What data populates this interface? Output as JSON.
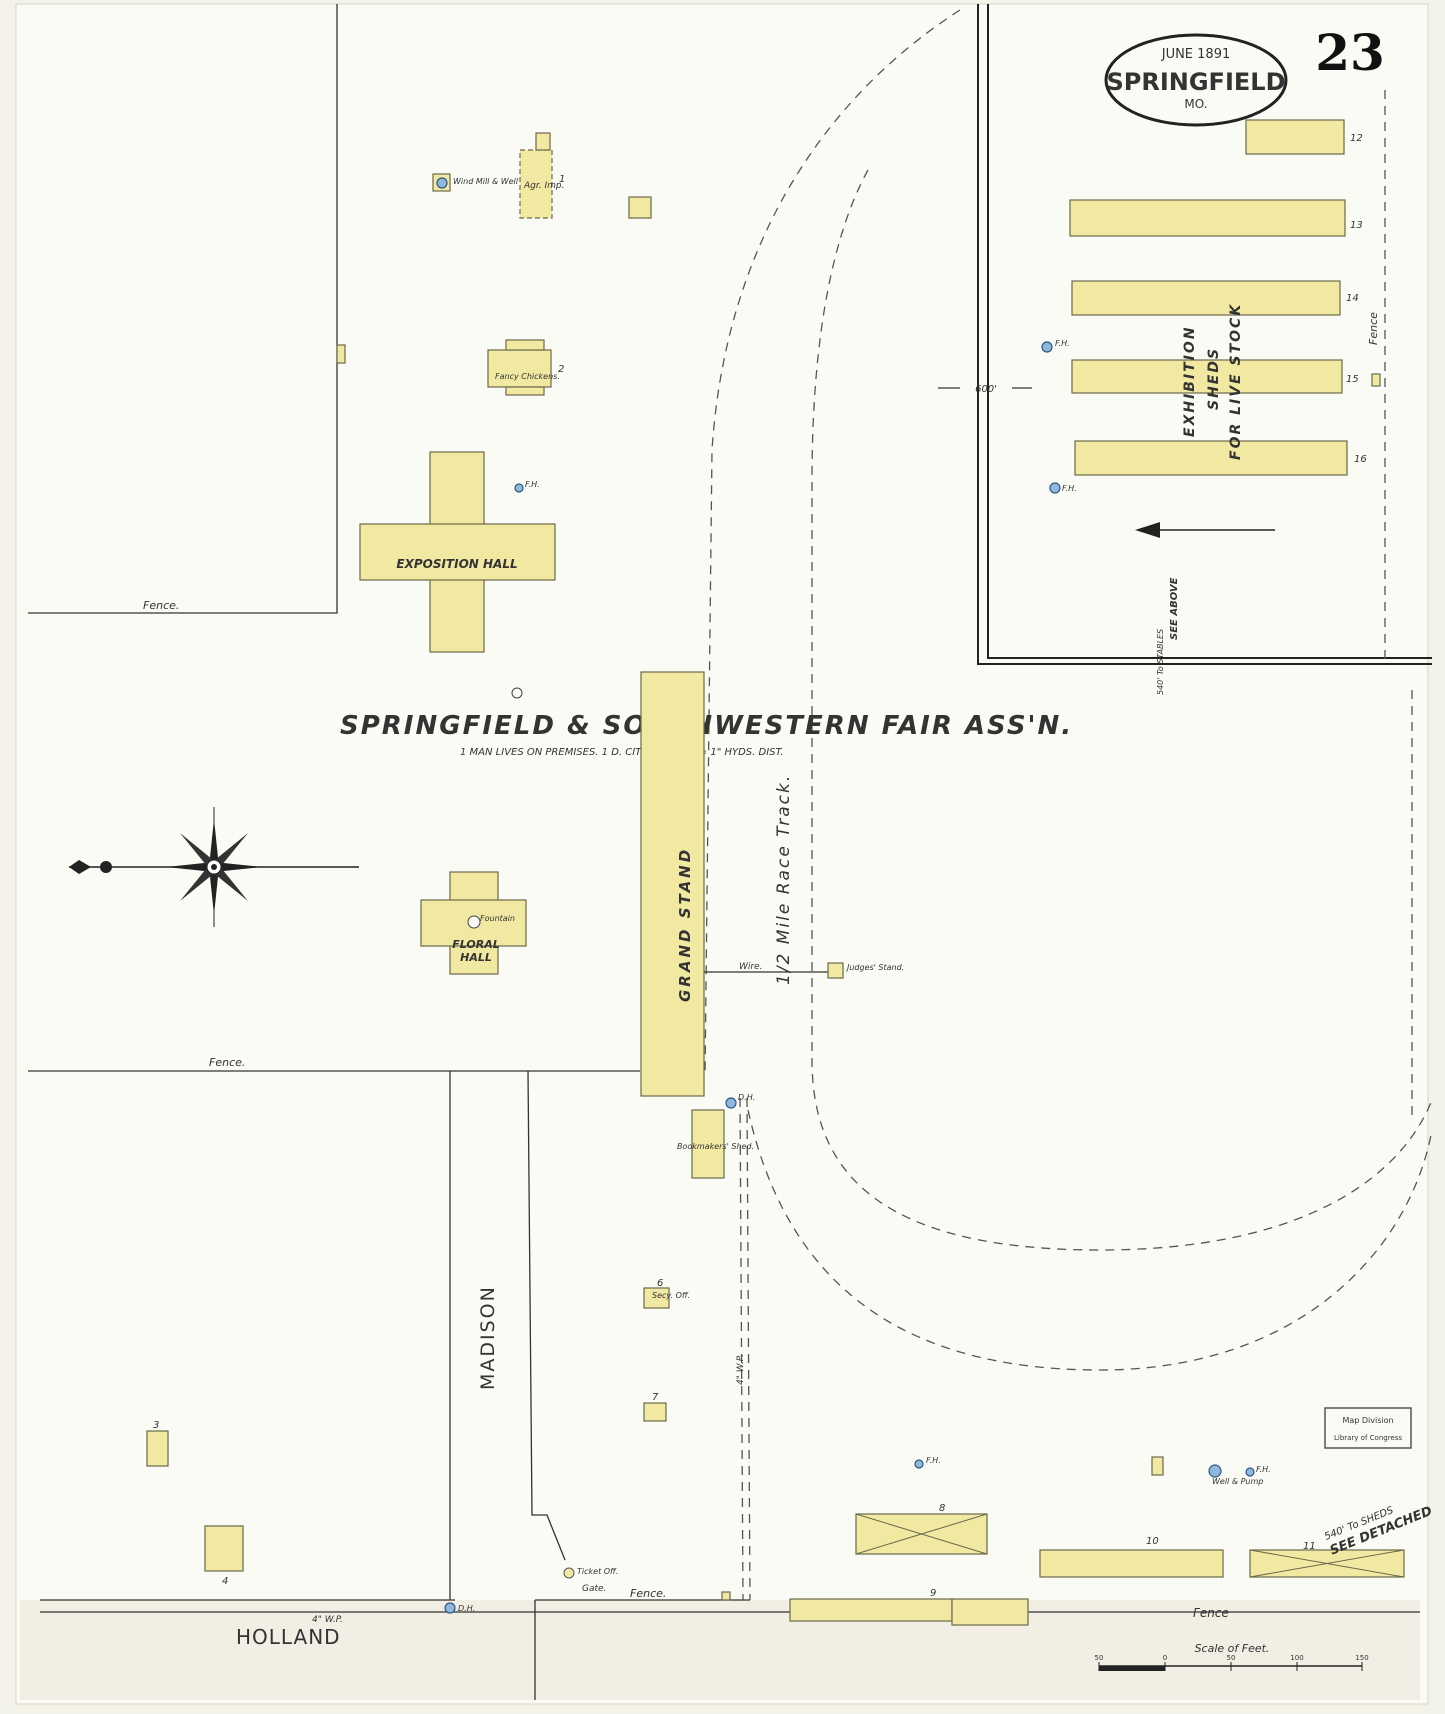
{
  "title_block": {
    "date": "JUNE 1891",
    "city": "SPRINGFIELD",
    "state": "MO.",
    "sheet_number": "23"
  },
  "main_label": "SPRINGFIELD & SOUTHWESTERN FAIR ASS'N.",
  "sub_label": "1 MAN LIVES ON PREMISES. 1 D. CITY HYD. & 6 = 1\" HYDS. DIST.",
  "buildings": {
    "b1_label": "Agr. Imp.",
    "b1_num": "1",
    "windmill": "Wind Mill & Well",
    "b2_label": "Fancy Chickens.",
    "b2_num": "2",
    "exposition_hall": "EXPOSITION HALL",
    "floral_hall_1": "FLORAL",
    "floral_hall_2": "HALL",
    "fountain": "Fountain",
    "grand_stand": "GRAND STAND",
    "judges_stand": "Judges' Stand.",
    "wire": "Wire.",
    "bookmakers": "Bookmakers' Shed.",
    "secy_off": "Secy. Off.",
    "b6_num": "6",
    "b7_num": "7",
    "b3_num": "3",
    "b4_num": "4",
    "ticket_office": "Ticket Off.",
    "gate": "Gate.",
    "b8_num": "8",
    "b9_num": "9",
    "b10_num": "10",
    "b11_num": "11",
    "sheds_num": [
      "12",
      "13",
      "14",
      "15",
      "16"
    ],
    "exhibition_sheds_1": "EXHIBITION",
    "exhibition_sheds_2": "SHEDS",
    "exhibition_sheds_3": "FOR LIVE STOCK",
    "well_pump": "Well & Pump"
  },
  "labels": {
    "fence": "Fence.",
    "fence_plain": "Fence",
    "race_track": "1/2 Mile Race Track.",
    "dist_600": "600'",
    "stables_note_1": "540' To STABLES",
    "stables_note_2": "SEE ABOVE",
    "sheds_note_1": "540' To SHEDS",
    "sheds_note_2": "SEE DETACHED",
    "fh": "F.H.",
    "dh": "D.H.",
    "wp": "4\" W.P.",
    "madison": "MADISON",
    "holland": "HOLLAND",
    "stamp_1": "Map Division",
    "stamp_2": "Library of Congress"
  },
  "scale": {
    "title": "Scale of Feet.",
    "ticks": [
      "50",
      "0",
      "50",
      "100",
      "150"
    ]
  }
}
